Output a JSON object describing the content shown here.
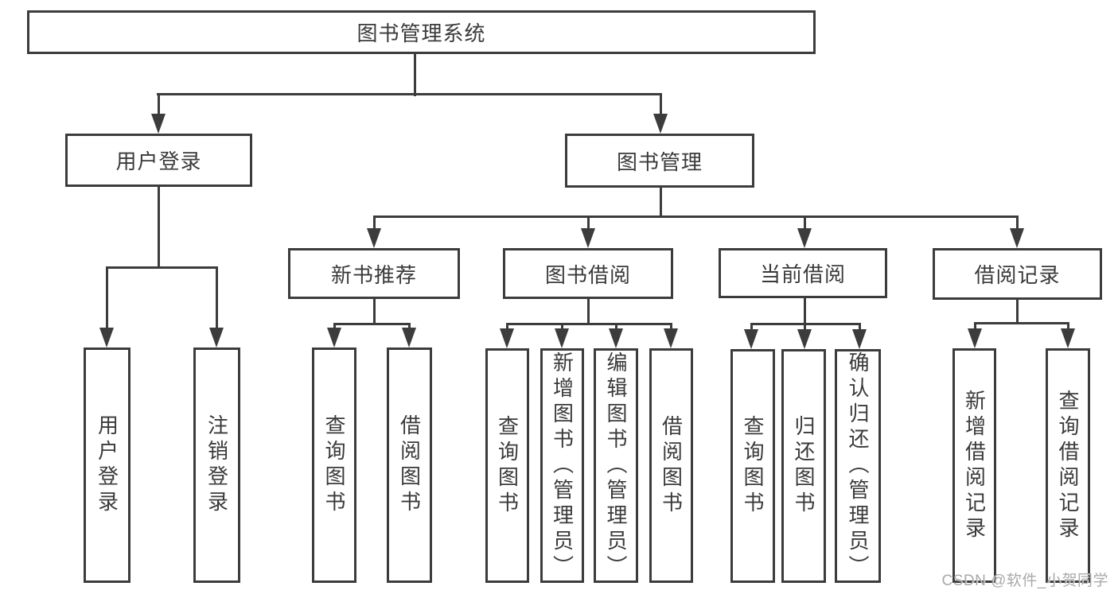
{
  "diagram": {
    "title": "图书管理系统",
    "nodes": [
      {
        "id": "root",
        "label": "图书管理系统",
        "parent": null
      },
      {
        "id": "user-login",
        "label": "用户登录",
        "parent": "root"
      },
      {
        "id": "book-management",
        "label": "图书管理",
        "parent": "root"
      },
      {
        "id": "new-book-recommend",
        "label": "新书推荐",
        "parent": "book-management"
      },
      {
        "id": "book-borrowing",
        "label": "图书借阅",
        "parent": "book-management"
      },
      {
        "id": "current-borrowing",
        "label": "当前借阅",
        "parent": "book-management"
      },
      {
        "id": "borrowing-records",
        "label": "借阅记录",
        "parent": "book-management"
      },
      {
        "id": "leaf-user-login",
        "label": "用户登录",
        "parent": "user-login"
      },
      {
        "id": "leaf-logout",
        "label": "注销登录",
        "parent": "user-login"
      },
      {
        "id": "leaf-query-books-1",
        "label": "查询图书",
        "parent": "new-book-recommend"
      },
      {
        "id": "leaf-borrow-books-1",
        "label": "借阅图书",
        "parent": "new-book-recommend"
      },
      {
        "id": "leaf-query-books-2",
        "label": "查询图书",
        "parent": "book-borrowing"
      },
      {
        "id": "leaf-add-books",
        "label": "新增图书（管理员）",
        "parent": "book-borrowing"
      },
      {
        "id": "leaf-edit-books",
        "label": "编辑图书（管理员）",
        "parent": "book-borrowing"
      },
      {
        "id": "leaf-borrow-books-2",
        "label": "借阅图书",
        "parent": "book-borrowing"
      },
      {
        "id": "leaf-query-books-3",
        "label": "查询图书",
        "parent": "current-borrowing"
      },
      {
        "id": "leaf-return-books",
        "label": "归还图书",
        "parent": "current-borrowing"
      },
      {
        "id": "leaf-confirm-return",
        "label": "确认归还（管理员）",
        "parent": "current-borrowing"
      },
      {
        "id": "leaf-add-borrow-record",
        "label": "新增借阅记录",
        "parent": "borrowing-records"
      },
      {
        "id": "leaf-query-borrow-record",
        "label": "查询借阅记录",
        "parent": "borrowing-records"
      }
    ],
    "colors": {
      "line": "#3c3c3c",
      "text": "#3a3a3a",
      "background": "#ffffff",
      "watermark": "#a9a9a9"
    }
  },
  "watermark": "CSDN @软件_小贺同学"
}
